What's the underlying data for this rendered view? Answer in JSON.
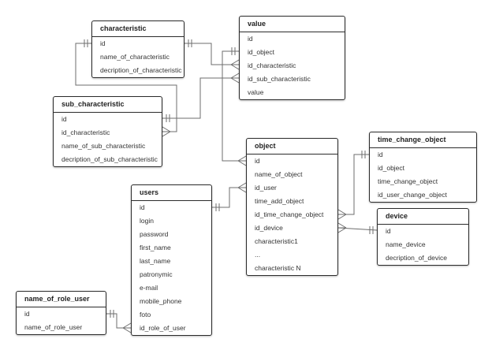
{
  "diagram": {
    "entities": {
      "characteristic": {
        "title": "characteristic",
        "fields": [
          "id",
          "name_of_characteristic",
          "decription_of_characteristic"
        ]
      },
      "value": {
        "title": "value",
        "fields": [
          "id",
          "id_object",
          "id_characteristic",
          "id_sub_characteristic",
          "value"
        ]
      },
      "sub_characteristic": {
        "title": "sub_characteristic",
        "fields": [
          "id",
          "id_characteristic",
          "name_of_sub_characteristic",
          "decription_of_sub_characteristic"
        ]
      },
      "object": {
        "title": "object",
        "fields": [
          "id",
          "name_of_object",
          "id_user",
          "time_add_object",
          "id_time_change_object",
          "id_device",
          "characteristic1",
          "...",
          "characteristic N"
        ]
      },
      "time_change_object": {
        "title": "time_change_object",
        "fields": [
          "id",
          "id_object",
          "time_change_object",
          "id_user_change_object"
        ]
      },
      "device": {
        "title": "device",
        "fields": [
          "id",
          "name_device",
          "decription_of_device"
        ]
      },
      "users": {
        "title": "users",
        "fields": [
          "id",
          "login",
          "password",
          "first_name",
          "last_name",
          "patronymic",
          "e-mail",
          "mobile_phone",
          "foto",
          "id_role_of_user"
        ]
      },
      "name_of_role_user": {
        "title": "name_of_role_user",
        "fields": [
          "id",
          "name_of_role_user"
        ]
      }
    },
    "relations": [
      {
        "from": "characteristic.id",
        "to": "value.id_characteristic",
        "cardinality": "one-to-many"
      },
      {
        "from": "characteristic.id",
        "to": "sub_characteristic.id_characteristic",
        "cardinality": "one-to-many"
      },
      {
        "from": "sub_characteristic.id",
        "to": "value.id_sub_characteristic",
        "cardinality": "one-to-many"
      },
      {
        "from": "object.id",
        "to": "value.id_object",
        "cardinality": "one-to-many"
      },
      {
        "from": "users.id",
        "to": "object.id_user",
        "cardinality": "one-to-many"
      },
      {
        "from": "time_change_object.id",
        "to": "object.id_time_change_object",
        "cardinality": "one-to-many"
      },
      {
        "from": "device.id",
        "to": "object.id_device",
        "cardinality": "one-to-many"
      },
      {
        "from": "name_of_role_user.id",
        "to": "users.id_role_of_user",
        "cardinality": "one-to-many"
      }
    ],
    "colors": {
      "border": "#2b2b2b",
      "line": "#6d6d6d",
      "text": "#333333"
    }
  }
}
